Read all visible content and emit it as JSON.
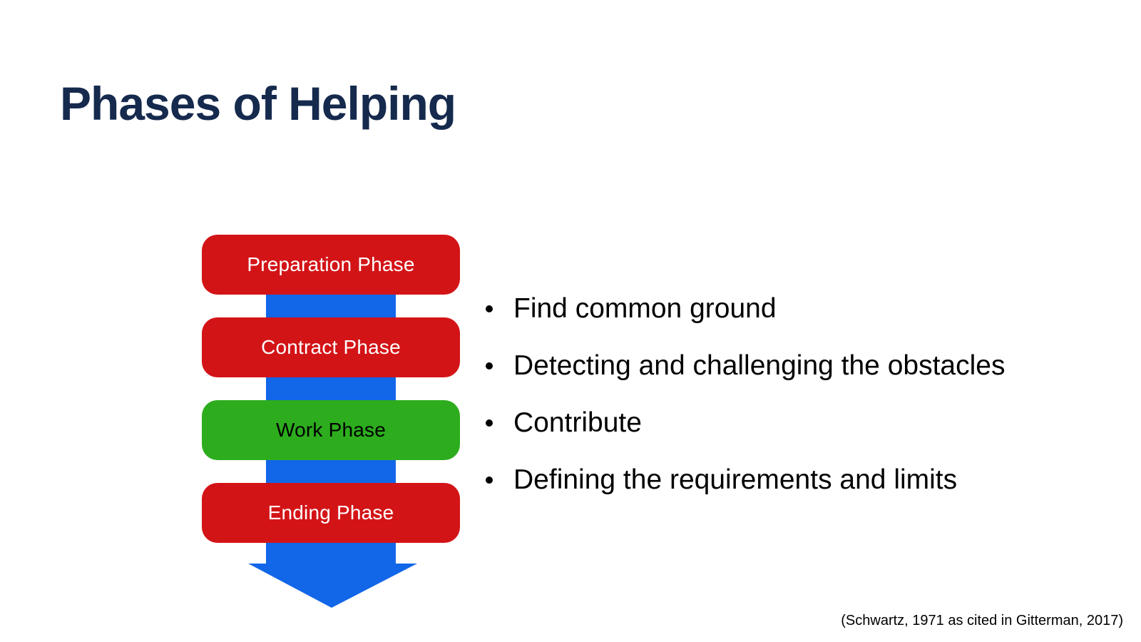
{
  "slide": {
    "title": "Phases of Helping",
    "citation": "(Schwartz, 1971 as cited in Gitterman, 2017)"
  },
  "colors": {
    "background": "#ffffff",
    "title_text": "#152A4D",
    "body_text": "#000000",
    "arrow_blue": "#1266E8",
    "phase_red": "#D31417",
    "phase_green": "#2DAD1E"
  },
  "diagram": {
    "arrow_color": "#1266E8",
    "phases": [
      {
        "label": "Preparation Phase",
        "fill": "#D31417",
        "text_color": "#FFFFFF"
      },
      {
        "label": "Contract Phase",
        "fill": "#D31417",
        "text_color": "#FFFFFF"
      },
      {
        "label": "Work Phase",
        "fill": "#2DAD1E",
        "text_color": "#000000"
      },
      {
        "label": "Ending Phase",
        "fill": "#D31417",
        "text_color": "#FFFFFF"
      }
    ]
  },
  "bullets": [
    "Find common ground",
    "Detecting and challenging the obstacles",
    "Contribute",
    "Defining the requirements and limits"
  ]
}
